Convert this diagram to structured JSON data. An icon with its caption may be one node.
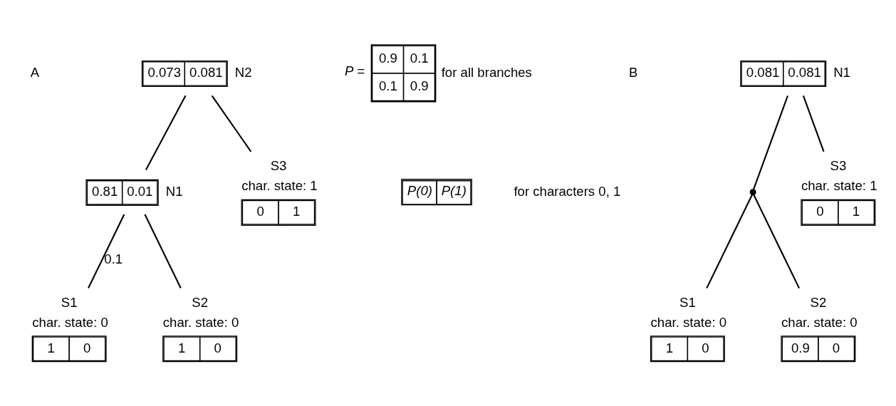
{
  "diagram": {
    "nodes": [
      {
        "text": [
          "0.073",
          "0.081",
          "N2"
        ]
      },
      {
        "text": [
          "0.81",
          "0.01",
          "N1"
        ]
      },
      {
        "text": [
          "S1",
          "char. state: 0",
          "1",
          "0"
        ]
      },
      {
        "text": [
          "S2",
          "char. state: 0",
          "1",
          "0"
        ]
      },
      {
        "text": [
          "S3",
          "char. state: 1",
          "0",
          "1"
        ]
      },
      {
        "text": [
          "0.081",
          "0.081",
          "N1"
        ]
      },
      {
        "text": [],
        "shape": "circle"
      },
      {
        "text": [
          "S1",
          "char. state: 0",
          "1",
          "0"
        ]
      },
      {
        "text": [
          "S2",
          "char. state: 0",
          "0.9",
          "0"
        ]
      },
      {
        "text": [
          "S3",
          "char. state: 1",
          "0",
          "1"
        ]
      },
      {
        "text": [
          "P(0)",
          "P(1)"
        ]
      }
    ],
    "edges": [
      {
        "from": 0,
        "to": 1,
        "arrow": "none"
      },
      {
        "from": 0,
        "to": 4,
        "arrow": "none"
      },
      {
        "from": 1,
        "to": 2,
        "arrow": "none",
        "label": "0.1"
      },
      {
        "from": 1,
        "to": 3,
        "arrow": "none"
      },
      {
        "from": 5,
        "to": 6,
        "arrow": "none"
      },
      {
        "from": 5,
        "to": 9,
        "arrow": "none"
      },
      {
        "from": 6,
        "to": 7,
        "arrow": "none"
      },
      {
        "from": 6,
        "to": 8,
        "arrow": "none"
      }
    ],
    "labels": [
      "A",
      "P =",
      "0.9",
      "0.1",
      "0.1",
      "0.9",
      "for all branches",
      "for characters 0, 1",
      "B"
    ]
  }
}
